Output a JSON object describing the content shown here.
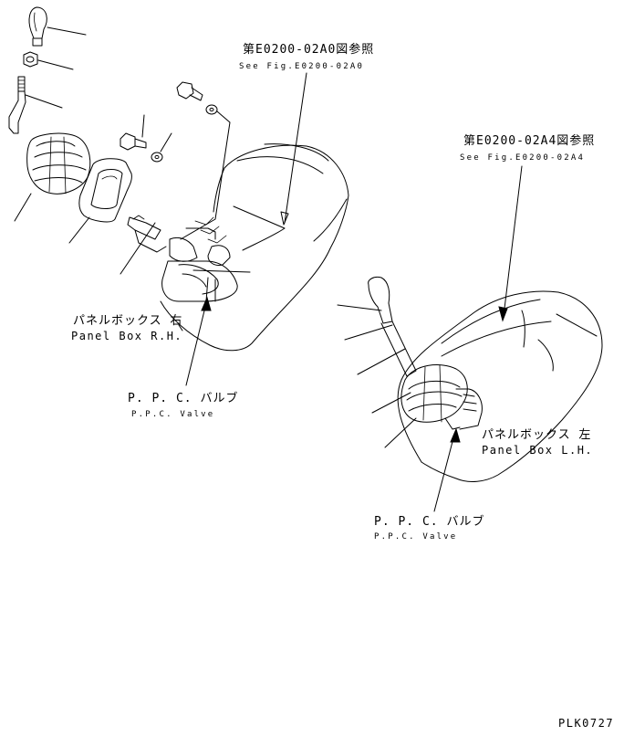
{
  "labels": {
    "ref_right_jp": "第E0200-02A0図参照",
    "ref_right_en": "See Fig.E0200-02A0",
    "ref_left_jp": "第E0200-02A4図参照",
    "ref_left_en": "See Fig.E0200-02A4",
    "panel_rh_jp": "パネルボックス 右",
    "panel_rh_en": "Panel Box R.H.",
    "ppc_top_jp": "P. P. C. バルブ",
    "ppc_top_en": "P.P.C. Valve",
    "panel_lh_jp": "パネルボックス 左",
    "panel_lh_en": "Panel Box L.H.",
    "ppc_bottom_jp": "P. P. C. バルブ",
    "ppc_bottom_en": "P.P.C. Valve",
    "drawing_code": "PLK0727"
  }
}
